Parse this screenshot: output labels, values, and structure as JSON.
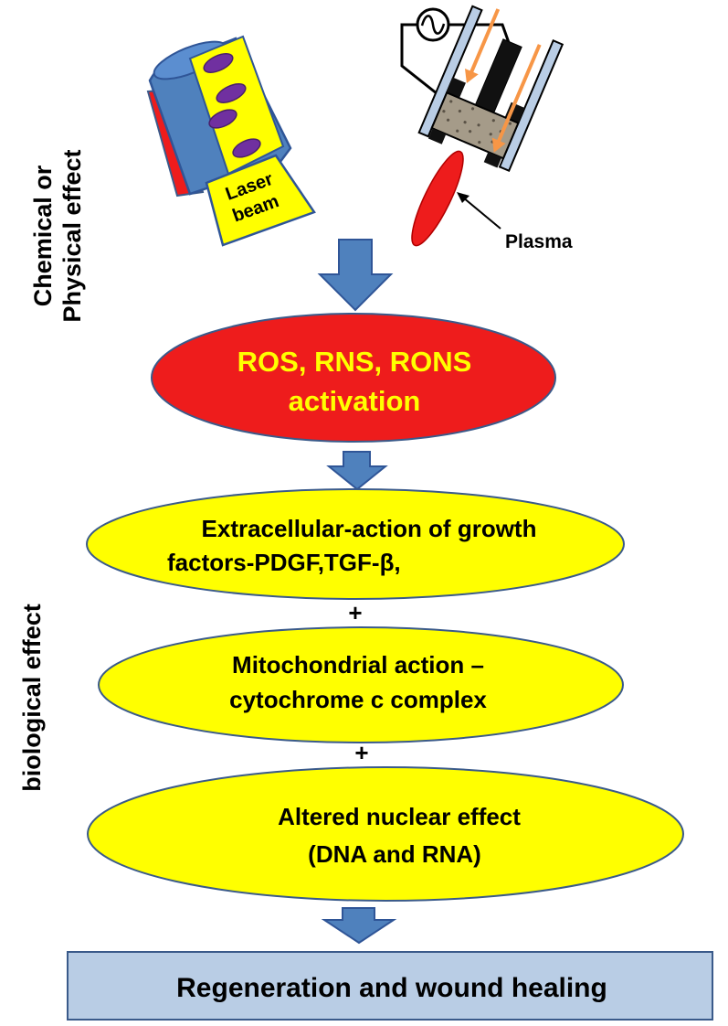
{
  "side_labels": {
    "top": [
      "Chemical  or",
      "Physical effect"
    ],
    "bottom": "biological effect"
  },
  "sources": {
    "laser_label": [
      "Laser",
      "beam"
    ],
    "plasma_label": "Plasma"
  },
  "steps": {
    "activation": [
      "ROS, RNS, RONS",
      "activation"
    ],
    "extracellular": [
      "Extracellular-action of growth",
      "factors-PDGF,TGF-β,"
    ],
    "mitochondrial": [
      "Mitochondrial action –",
      "cytochrome c complex"
    ],
    "nuclear": [
      "Altered nuclear effect",
      "(DNA and RNA)"
    ],
    "plus_1": "+",
    "plus_2": "+",
    "result": "Regeneration and wound healing"
  },
  "colors": {
    "arrow_blue": "#4f81bd",
    "ellipse_red": "#ee1c1c",
    "ellipse_yellow": "#ffff00",
    "result_box": "#b9cde5",
    "activation_text": "#ffff00",
    "laser_body": "#4f81bd",
    "laser_purple": "#7030a0",
    "plasma_orange": "#f79646"
  }
}
